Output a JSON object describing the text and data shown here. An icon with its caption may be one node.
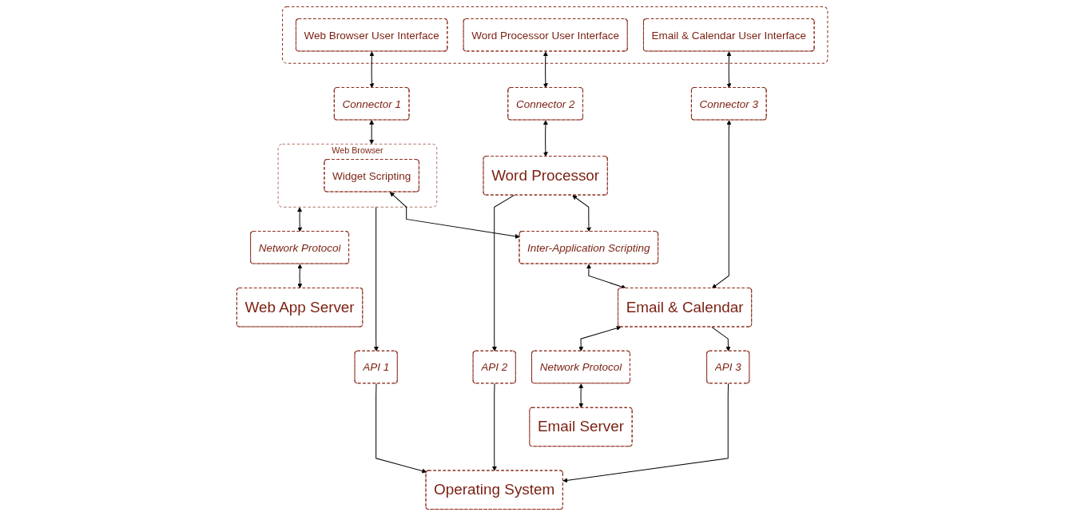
{
  "diagram": {
    "nodes": [
      {
        "text": [],
        "shape": "box"
      },
      {
        "text": [
          "Web Browser User Interface"
        ],
        "in": 0
      },
      {
        "text": [
          "Word Processor User Interface"
        ],
        "in": 0
      },
      {
        "text": [
          "Email & Calendar User Interface"
        ],
        "in": 0
      },
      {
        "text": [
          "Connector 1"
        ]
      },
      {
        "text": [
          "Connector 2"
        ]
      },
      {
        "text": [
          "Connector 3"
        ]
      },
      {
        "text": [
          "Web Browser"
        ]
      },
      {
        "text": [
          "Widget Scripting"
        ],
        "in": 7
      },
      {
        "text": [
          "Word Processor"
        ]
      },
      {
        "text": [
          "Email & Calendar"
        ]
      },
      {
        "text": [
          "Inter-Application Scripting"
        ]
      },
      {
        "text": [
          "API 1"
        ]
      },
      {
        "text": [
          "API 2"
        ]
      },
      {
        "text": [
          "API 3"
        ]
      },
      {
        "text": [
          "Network Protocol"
        ]
      },
      {
        "text": [
          "Network Protocol"
        ]
      },
      {
        "text": [
          "Web App Server"
        ]
      },
      {
        "text": [
          "Operating System"
        ]
      },
      {
        "text": [
          "Email Server"
        ]
      }
    ],
    "edges": [
      {
        "from": 1,
        "to": 4,
        "arrow": "both"
      },
      {
        "from": 2,
        "to": 5,
        "arrow": "both"
      },
      {
        "from": 3,
        "to": 6,
        "arrow": "both"
      },
      {
        "from": 4,
        "to": 7,
        "arrow": "both"
      },
      {
        "from": 5,
        "to": 9,
        "arrow": "both"
      },
      {
        "from": 6,
        "to": 10,
        "arrow": "both"
      },
      {
        "from": 8,
        "to": 11,
        "arrow": "both"
      },
      {
        "from": 9,
        "to": 11,
        "arrow": "both"
      },
      {
        "from": 11,
        "to": 10,
        "arrow": "both"
      },
      {
        "from": 9,
        "to": 13,
        "arrow": "to"
      },
      {
        "from": 7,
        "to": 12,
        "arrow": "to"
      },
      {
        "from": 7,
        "to": 15,
        "arrow": "both"
      },
      {
        "from": 10,
        "to": 14,
        "arrow": "to"
      },
      {
        "from": 10,
        "to": 16,
        "arrow": "both"
      },
      {
        "from": 12,
        "to": 18,
        "arrow": "to"
      },
      {
        "from": 13,
        "to": 18,
        "arrow": "to"
      },
      {
        "from": 14,
        "to": 18,
        "arrow": "to"
      },
      {
        "from": 15,
        "to": 17,
        "arrow": "both"
      },
      {
        "from": 16,
        "to": 19,
        "arrow": "both"
      }
    ]
  }
}
